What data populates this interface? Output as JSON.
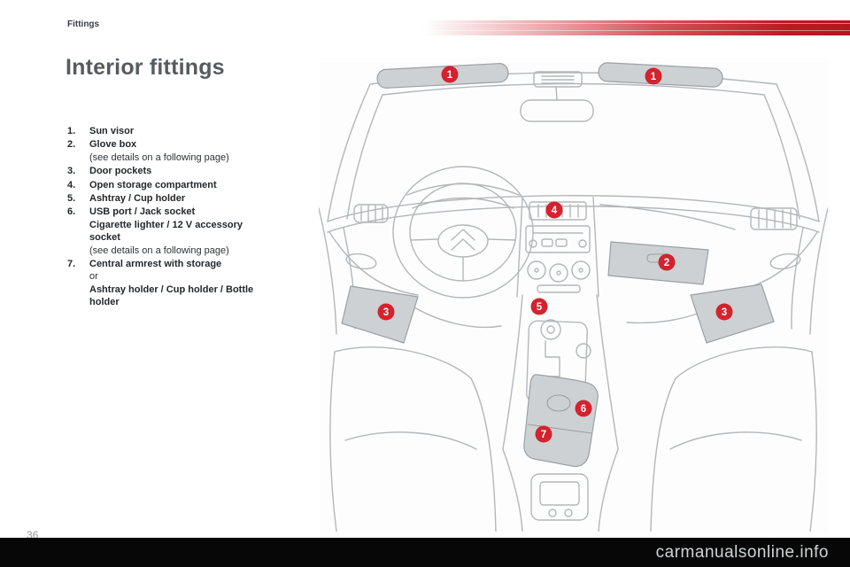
{
  "header": {
    "section_label": "Fittings"
  },
  "page": {
    "title": "Interior fittings",
    "page_number": "36",
    "watermark": "carmanualsonline.info"
  },
  "colors": {
    "marker_red": "#d2232e",
    "stripe_red": "#bd1a23",
    "title_gray": "#565b60",
    "line_art_gray": "#b3b7ba",
    "fill_gray": "#ced1d3"
  },
  "list": {
    "items": [
      {
        "num": "1.",
        "lines": [
          "Sun visor"
        ]
      },
      {
        "num": "2.",
        "lines": [
          "Glove box",
          "(see details on a following page)"
        ]
      },
      {
        "num": "3.",
        "lines": [
          "Door pockets"
        ]
      },
      {
        "num": "4.",
        "lines": [
          "Open storage compartment"
        ]
      },
      {
        "num": "5.",
        "lines": [
          "Ashtray / Cup holder"
        ]
      },
      {
        "num": "6.",
        "lines": [
          "USB port / Jack socket",
          "Cigarette lighter / 12 V accessory",
          "socket",
          "(see details on a following page)"
        ]
      },
      {
        "num": "7.",
        "lines": [
          "Central armrest with storage",
          "or",
          "Ashtray holder / Cup holder / Bottle",
          "holder"
        ]
      }
    ]
  },
  "diagram": {
    "markers": [
      {
        "label": "1"
      },
      {
        "label": "1"
      },
      {
        "label": "2"
      },
      {
        "label": "3"
      },
      {
        "label": "3"
      },
      {
        "label": "4"
      },
      {
        "label": "5"
      },
      {
        "label": "6"
      },
      {
        "label": "7"
      }
    ]
  }
}
